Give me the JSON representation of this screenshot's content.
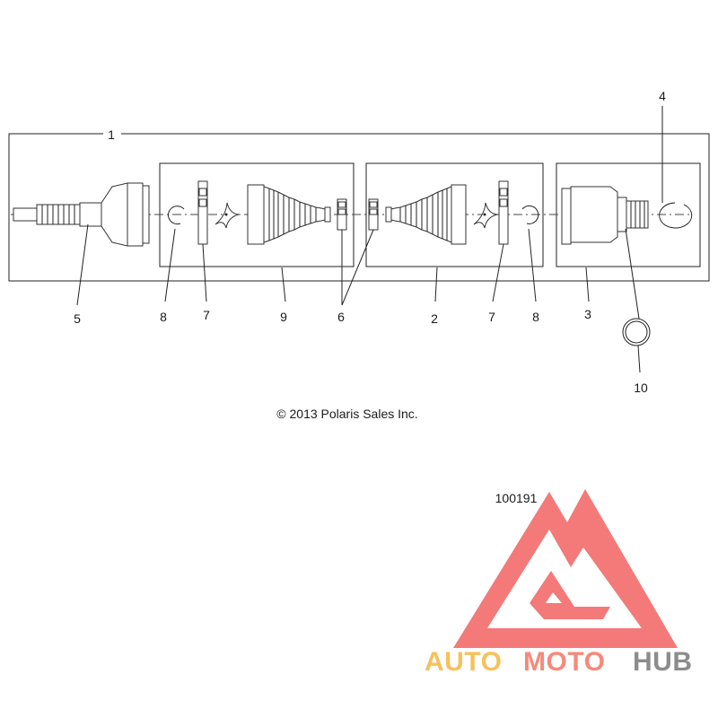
{
  "diagram": {
    "callouts": {
      "c1": "1",
      "c2": "2",
      "c3": "3",
      "c4": "4",
      "c5": "5",
      "c6": "6",
      "c7a": "7",
      "c7b": "7",
      "c8a": "8",
      "c8b": "8",
      "c9": "9",
      "c10": "10"
    },
    "copyright": "© 2013 Polaris Sales Inc.",
    "figure_number": "100191"
  },
  "watermark": {
    "part1": "AUTO",
    "part2": "MOTO",
    "part3": "HUB",
    "colors": {
      "logo": "#f36b6b",
      "auto": "#f7c15a",
      "moto": "#f58a7a",
      "hub": "#8c8c8c"
    }
  }
}
